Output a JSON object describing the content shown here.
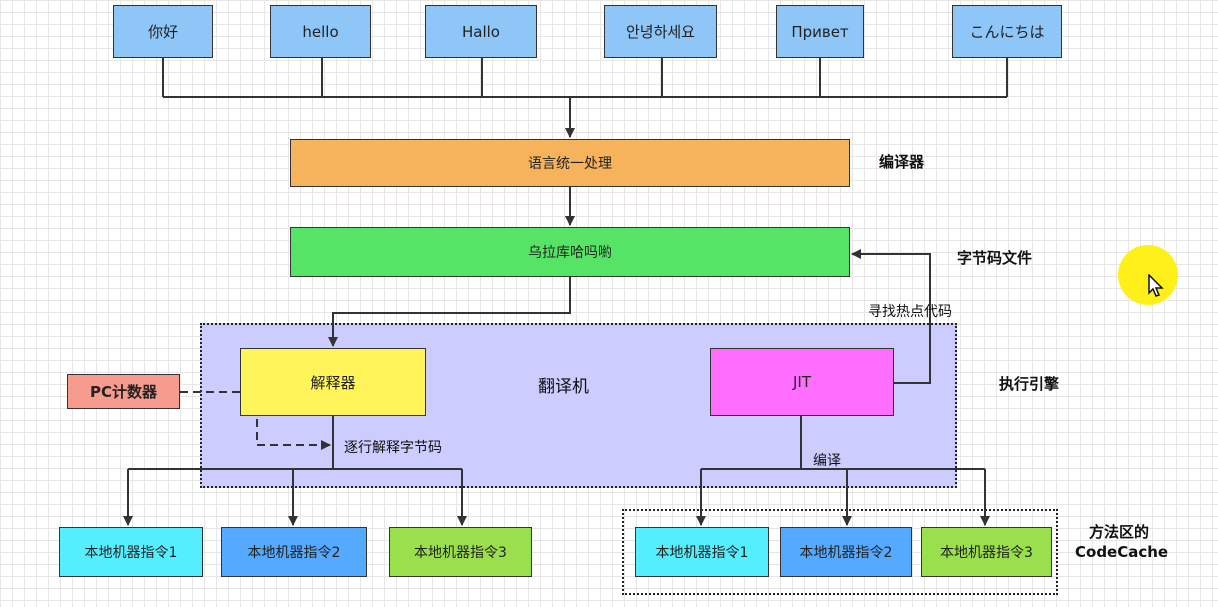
{
  "languages": [
    "你好",
    "hello",
    "Hallo",
    "안녕하세요",
    "Привет",
    "こんにちは"
  ],
  "processor": "语言统一处理",
  "bytecode": "乌拉库哈吗喲",
  "interpreter": "解释器",
  "translator": "翻译机",
  "jit": "JIT",
  "pc_counter": "PC计数器",
  "labels": {
    "compiler": "编译器",
    "bytecode_file": "字节码文件",
    "execution_engine": "执行引擎",
    "method_area_line1": "方法区的",
    "method_area_line2": "CodeCache",
    "find_hot_code": "寻找热点代码",
    "line_by_line": "逐行解释字节码",
    "compile": "编译"
  },
  "native_left": [
    "本地机器指令1",
    "本地机器指令2",
    "本地机器指令3"
  ],
  "native_right": [
    "本地机器指令1",
    "本地机器指令2",
    "本地机器指令3"
  ]
}
